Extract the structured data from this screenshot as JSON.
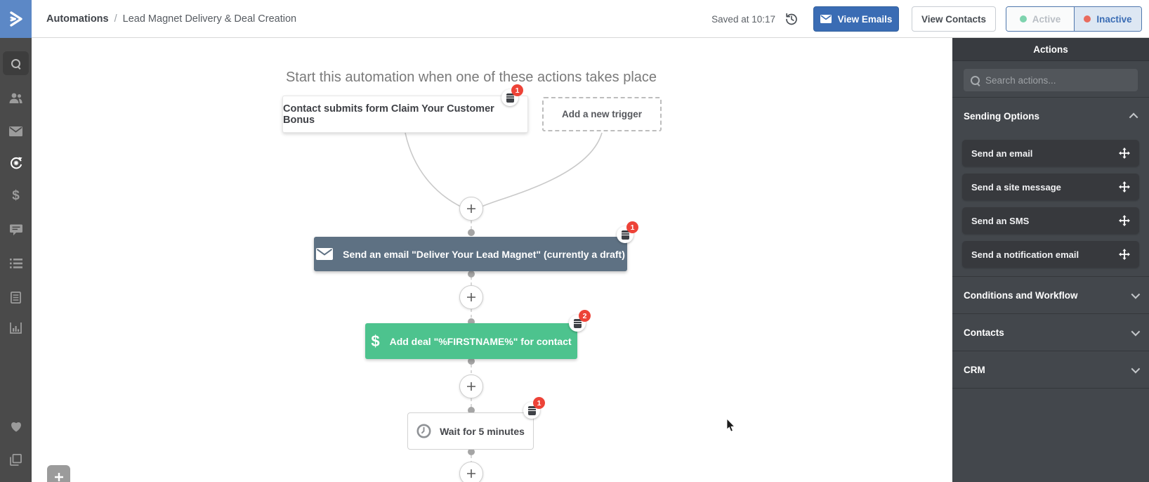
{
  "header": {
    "breadcrumb": {
      "section": "Automations",
      "separator": "/",
      "page": "Lead Magnet Delivery & Deal Creation"
    },
    "saved_status": "Saved at 10:17",
    "buttons": {
      "view_emails": "View Emails",
      "view_contacts": "View Contacts"
    },
    "status_toggle": {
      "active": "Active",
      "inactive": "Inactive",
      "selected": "Inactive"
    }
  },
  "sidebar": {
    "items": [
      "search",
      "contacts",
      "campaigns",
      "automations",
      "deals",
      "conversations",
      "lists",
      "forms",
      "reports",
      "favorites",
      "apps"
    ],
    "active_item": "automations"
  },
  "canvas": {
    "heading": "Start this automation when one of these actions takes place",
    "trigger": {
      "label": "Contact submits form Claim Your Customer Bonus",
      "note_count": "1"
    },
    "add_trigger": {
      "label": "Add a new trigger"
    },
    "nodes": [
      {
        "type": "send-email",
        "label": "Send an email \"Deliver Your Lead Magnet\" (currently a draft)",
        "note_count": "1"
      },
      {
        "type": "add-deal",
        "label": "Add deal \"%FIRSTNAME%\" for contact",
        "note_count": "2"
      },
      {
        "type": "wait",
        "label": "Wait for 5 minutes",
        "note_count": "1"
      }
    ]
  },
  "actions_panel": {
    "title": "Actions",
    "search": {
      "placeholder": "Search actions..."
    },
    "groups": [
      {
        "label": "Sending Options",
        "expanded": true,
        "items": [
          {
            "label": "Send an email"
          },
          {
            "label": "Send a site message"
          },
          {
            "label": "Send an SMS"
          },
          {
            "label": "Send a notification email"
          }
        ]
      },
      {
        "label": "Conditions and Workflow",
        "expanded": false
      },
      {
        "label": "Contacts",
        "expanded": false
      },
      {
        "label": "CRM",
        "expanded": false
      }
    ]
  },
  "icons": {
    "deal_glyph": "$",
    "sidebar_deal_glyph": "$"
  },
  "colors": {
    "logo_blue": "#5c88c6",
    "accent_blue": "#3a6cb4",
    "email_node": "#5e7183",
    "deal_node": "#4dc38e",
    "badge_red": "#ed4338",
    "active_dot": "#7ed3ae",
    "inactive_dot": "#e96b5e",
    "panel_bg": "#43474c",
    "rail_bg": "#4a4a4a"
  }
}
